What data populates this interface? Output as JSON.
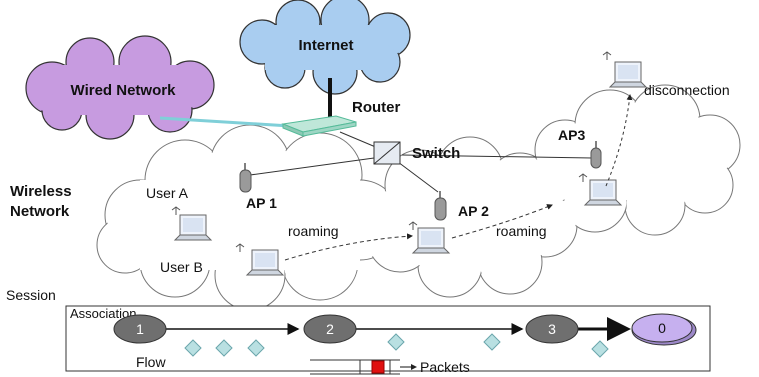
{
  "labels": {
    "internet": "Internet",
    "wired_network": "Wired Network",
    "router": "Router",
    "switch": "Switch",
    "wireless_network": [
      "Wireless",
      "Network"
    ],
    "ap1": "AP 1",
    "ap2": "AP 2",
    "ap3": "AP3",
    "user_a": "User A",
    "user_b": "User B",
    "roaming_1": "roaming",
    "roaming_2": "roaming",
    "disconnection": "disconnection"
  },
  "session": {
    "title": "Session",
    "association_label": "Association",
    "flow_label": "Flow",
    "packets_label": "Packets",
    "nodes": [
      "1",
      "2",
      "3",
      "0"
    ]
  },
  "colors": {
    "internet_cloud": "#a9cdf0",
    "wired_cloud": "#c79be0",
    "node_gray": "#6f6f6f",
    "node_final": "#c6b0ef",
    "diamond": "#b9e0e2",
    "packet": "#e01010",
    "link_cyan": "#7fcfd8"
  }
}
